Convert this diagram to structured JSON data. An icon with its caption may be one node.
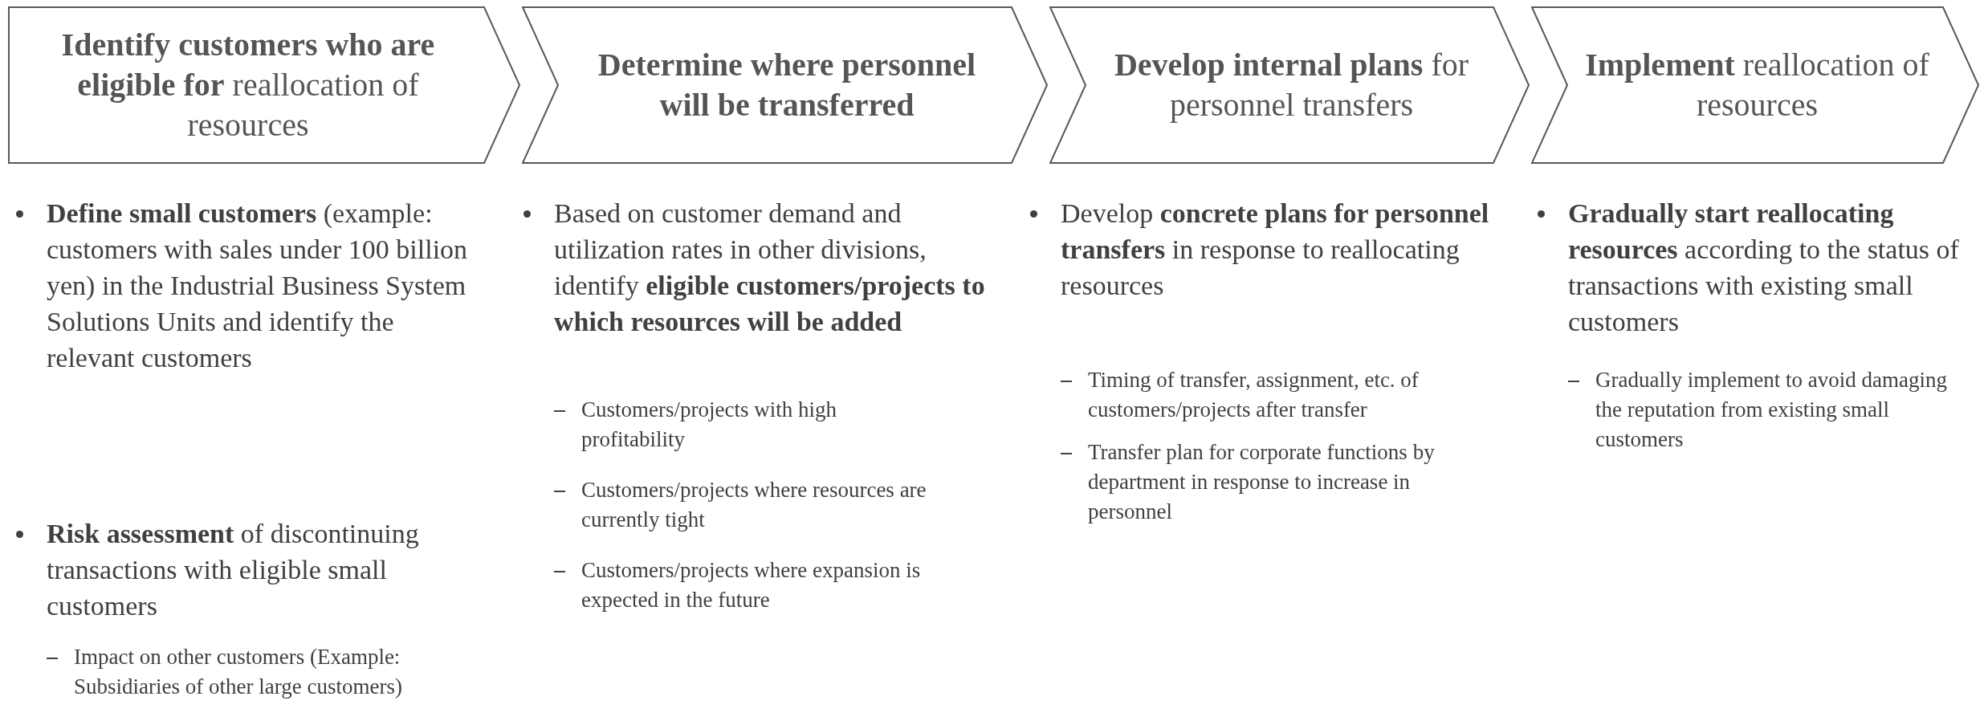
{
  "diagram": {
    "nodes": [
      {
        "text": [
          "**Identify customers who are eligible for** reallocation of resources"
        ]
      },
      {
        "text": [
          "**Determine where personnel will be transferred**"
        ]
      },
      {
        "text": [
          "**Develop internal plans** for personnel transfers"
        ]
      },
      {
        "text": [
          "**Implement** reallocation of resources"
        ]
      }
    ],
    "labels": [
      "**Define small customers** (example: customers with sales under 100 billion yen) in the Industrial Business System Solutions Units and identify the relevant customers",
      "**Risk assessment** of discontinuing transactions with eligible small customers",
      "Impact on other customers (Example: Subsidiaries of other large customers)",
      "Based on customer demand and utilization rates in other divisions, identify **eligible customers/projects to which resources will be added**",
      "Customers/projects with high profitability",
      "Customers/projects where resources are currently tight",
      "Customers/projects where expansion is expected in the future",
      "Develop **concrete plans for personnel transfers** in response to reallocating resources",
      "Timing of transfer, assignment, etc. of customers/projects after transfer",
      "Transfer plan for corporate functions by department in response to increase in personnel",
      "**Gradually start reallocating resources** according to the status of transactions with existing small customers",
      "Gradually implement to avoid damaging the reputation from existing small customers"
    ]
  }
}
